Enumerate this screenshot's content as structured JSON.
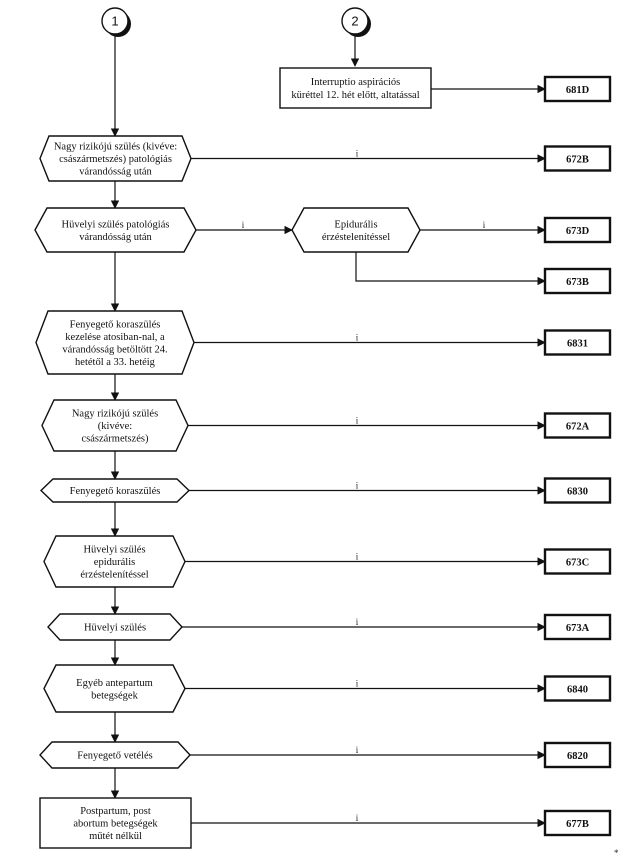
{
  "connectors": {
    "start1": "1",
    "start2": "2"
  },
  "top_box": {
    "lines": [
      "Interruptio aspirációs",
      "küréttel 12. hét előtt, altatással"
    ],
    "code": "681D"
  },
  "rows": [
    {
      "lines": [
        "Nagy rizikójú szülés (kivéve:",
        "császármetszés) patológiás",
        "várandósság után"
      ],
      "code": "672B"
    },
    {
      "lines": [
        "Hüvelyi szülés patológiás",
        "várandósság után"
      ],
      "code": "673D"
    },
    {
      "lines": [
        "Fenyegető koraszülés",
        "kezelése atosiban-nal, a",
        "várandósság betöltött 24.",
        "hetétől a 33. hetéig"
      ],
      "code": "6831"
    },
    {
      "lines": [
        "Nagy rizikójú szülés",
        "(kivéve:",
        "császármetszés)"
      ],
      "code": "672A"
    },
    {
      "lines": [
        "Fenyegető koraszülés"
      ],
      "code": "6830"
    },
    {
      "lines": [
        "Hüvelyi szülés",
        "epidurális",
        "érzéstelenítéssel"
      ],
      "code": "673C"
    },
    {
      "lines": [
        "Hüvelyi szülés"
      ],
      "code": "673A"
    },
    {
      "lines": [
        "Egyéb antepartum",
        "betegségek"
      ],
      "code": "6840"
    },
    {
      "lines": [
        "Fenyegető vetélés"
      ],
      "code": "6820"
    },
    {
      "lines": [
        "Postpartum, post",
        "abortum betegségek",
        "műtét nélkül"
      ],
      "code": "677B"
    }
  ],
  "epidural": {
    "lines": [
      "Epidurális",
      "érzéstelenítéssel"
    ],
    "code": "673B"
  },
  "arrow_mark": "i",
  "footnote_mark": "*"
}
